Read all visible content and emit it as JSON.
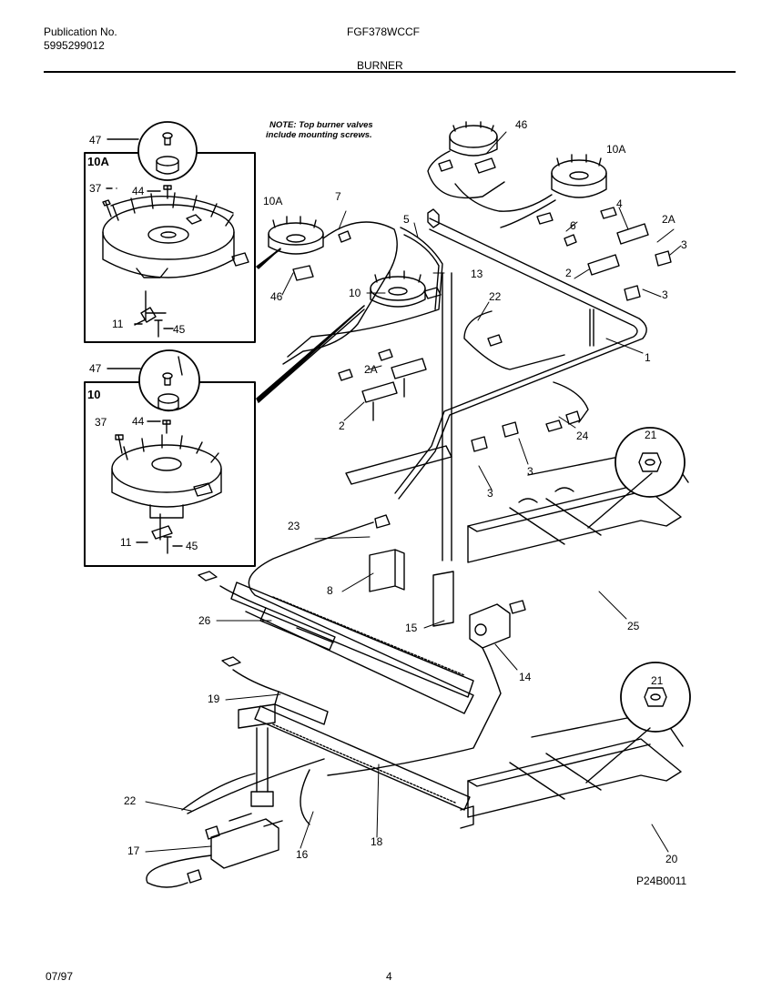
{
  "header": {
    "publication_label": "Publication No.",
    "publication_number": "5995299012",
    "model": "FGF378WCCF",
    "section_title": "BURNER"
  },
  "note": {
    "line1": "NOTE: Top burner valves",
    "line2": "include mounting screws."
  },
  "callouts": {
    "c47a": "47",
    "c10A_box": "10A",
    "c37a": "37",
    "c44a": "44",
    "c11a": "11",
    "c45a": "45",
    "c47b": "47",
    "c10_box": "10",
    "c37b": "37",
    "c44b": "44",
    "c11b": "11",
    "c45b": "45",
    "c10A_mid": "10A",
    "c7": "7",
    "c46_mid": "46",
    "c10_mid": "10",
    "c5": "5",
    "c13": "13",
    "c22_top": "22",
    "c2A_mid": "2A",
    "c2_mid": "2",
    "c3_mid": "3",
    "c3_low": "3",
    "c46_top": "46",
    "c10A_top": "10A",
    "c4": "4",
    "c6": "6",
    "c2A_right": "2A",
    "c3_r1": "3",
    "c2_right": "2",
    "c3_r2": "3",
    "c1": "1",
    "c24": "24",
    "c21_top": "21",
    "c25": "25",
    "c23": "23",
    "c8": "8",
    "c26": "26",
    "c15": "15",
    "c14": "14",
    "c19": "19",
    "c22_bot": "22",
    "c17": "17",
    "c16": "16",
    "c18": "18",
    "c21_bot": "21",
    "c20": "20"
  },
  "diagram_code": "P24B0011",
  "footer": {
    "date": "07/97",
    "page": "4"
  }
}
